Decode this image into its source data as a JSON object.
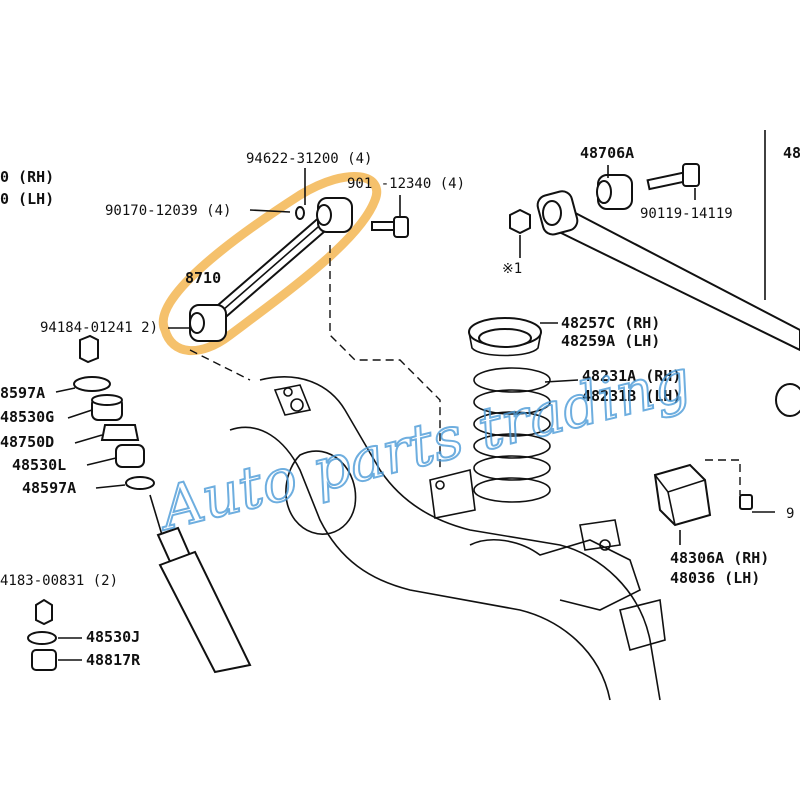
{
  "labels": {
    "rh_left": "0 (RH)",
    "lh_left": "0 (LH)",
    "p94622": "94622-31200 (4)",
    "p90170": "90170-12039 (4)",
    "p90119a": "901 -12340 (4)",
    "p48710": "8710",
    "p94184": "94184-01241 2)",
    "p48597a_top": "8597A",
    "p48530g": "48530G",
    "p48750d": "48750D",
    "p48530l": "48530L",
    "p48597a": "48597A",
    "p94183": "4183-00831 (2)",
    "p48530j": "48530J",
    "p48817r": "48817R",
    "p48706a": "48706A",
    "p90119": "90119-14119",
    "note1": "※1",
    "p48257c": "48257C (RH)",
    "p48259a": "48259A (LH)",
    "p48231a": "48231A (RH)",
    "p48231b": "48231B (LH)",
    "p48306a": "48306A (RH)",
    "p48036": "48036  (LH)",
    "p9_right": "9",
    "p48_topright": "48"
  },
  "watermark": "Auto parts trading",
  "colors": {
    "highlight": "#f5c16c",
    "watermark": "#4a9ad8",
    "ink": "#111111"
  }
}
